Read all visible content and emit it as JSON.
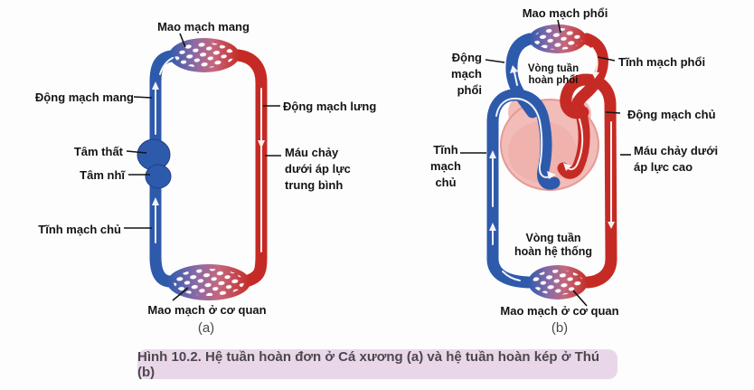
{
  "figure": {
    "caption": "Hình 10.2. Hệ tuần hoàn đơn ở Cá xương (a) và hệ tuần hoàn kép ở Thú (b)"
  },
  "diagram_a": {
    "figure_label": "(a)",
    "labels": {
      "gill_capillaries": "Mao mạch mang",
      "gill_artery": "Động mạch mang",
      "dorsal_artery": "Động mạch lưng",
      "ventricle": "Tâm thất",
      "atrium": "Tâm nhĩ",
      "pressure_note": "Máu chảy\ndưới áp lực\ntrung bình",
      "vena_cava": "Tĩnh mạch chủ",
      "organ_capillaries": "Mao mạch ở cơ quan"
    }
  },
  "diagram_b": {
    "figure_label": "(b)",
    "labels": {
      "lung_capillaries": "Mao mạch phổi",
      "pulmonary_artery": "Động\nmạch\nphổi",
      "pulmonary_circuit": "Vòng tuần\nhoàn phổi",
      "pulmonary_vein": "Tĩnh mạch phổi",
      "aorta": "Động mạch chủ",
      "pressure_note": "Máu chảy dưới\náp lực cao",
      "vena_cava": "Tĩnh\nmạch\nchủ",
      "systemic_circuit": "Vòng tuần\nhoàn hệ thống",
      "organ_capillaries": "Mao mạch ở cơ quan"
    }
  },
  "colors": {
    "artery_red": "#c52b24",
    "vein_blue": "#2e5aab",
    "heart_pink": "#f2bcb8",
    "capillary_mid": "#8a6aa6",
    "caption_bg": "#e9d7e9",
    "caption_text": "#4c484c",
    "label_text": "#141414"
  }
}
